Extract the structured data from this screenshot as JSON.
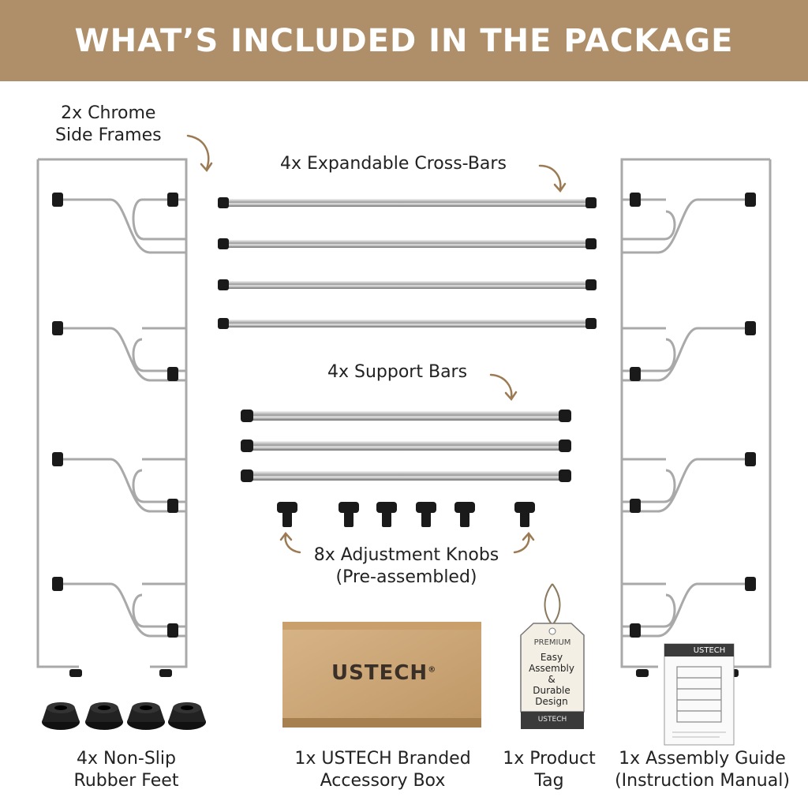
{
  "banner": {
    "title": "WHAT’S INCLUDED IN THE PACKAGE"
  },
  "items": {
    "side_frames": {
      "line1": "2x Chrome",
      "line2": "Side Frames"
    },
    "cross_bars": {
      "line1": "4x Expandable Cross-Bars"
    },
    "support_bars": {
      "line1": "4x Support Bars"
    },
    "knobs": {
      "line1": "8x Adjustment Knobs",
      "line2": "(Pre-assembled)"
    },
    "feet": {
      "line1": "4x Non-Slip",
      "line2": "Rubber Feet"
    },
    "box": {
      "line1": "1x USTECH Branded",
      "line2": "Accessory Box"
    },
    "tag": {
      "line1": "1x Product",
      "line2": "Tag"
    },
    "guide": {
      "line1": "1x Assembly Guide",
      "line2": "(Instruction Manual)"
    }
  },
  "box_print": {
    "brand": "USTECH",
    "mark": "®"
  },
  "product_tag": {
    "top": "PREMIUM",
    "body": [
      "Easy",
      "Assembly",
      "&",
      "Durable",
      "Design"
    ],
    "bottom": "USTECH"
  },
  "manual": {
    "brand": "USTECH"
  },
  "colors": {
    "banner": "#ae8f6a",
    "chrome": "#b9b9b9",
    "rubber": "#1a1a1a",
    "cardboard": "#c8a273"
  }
}
